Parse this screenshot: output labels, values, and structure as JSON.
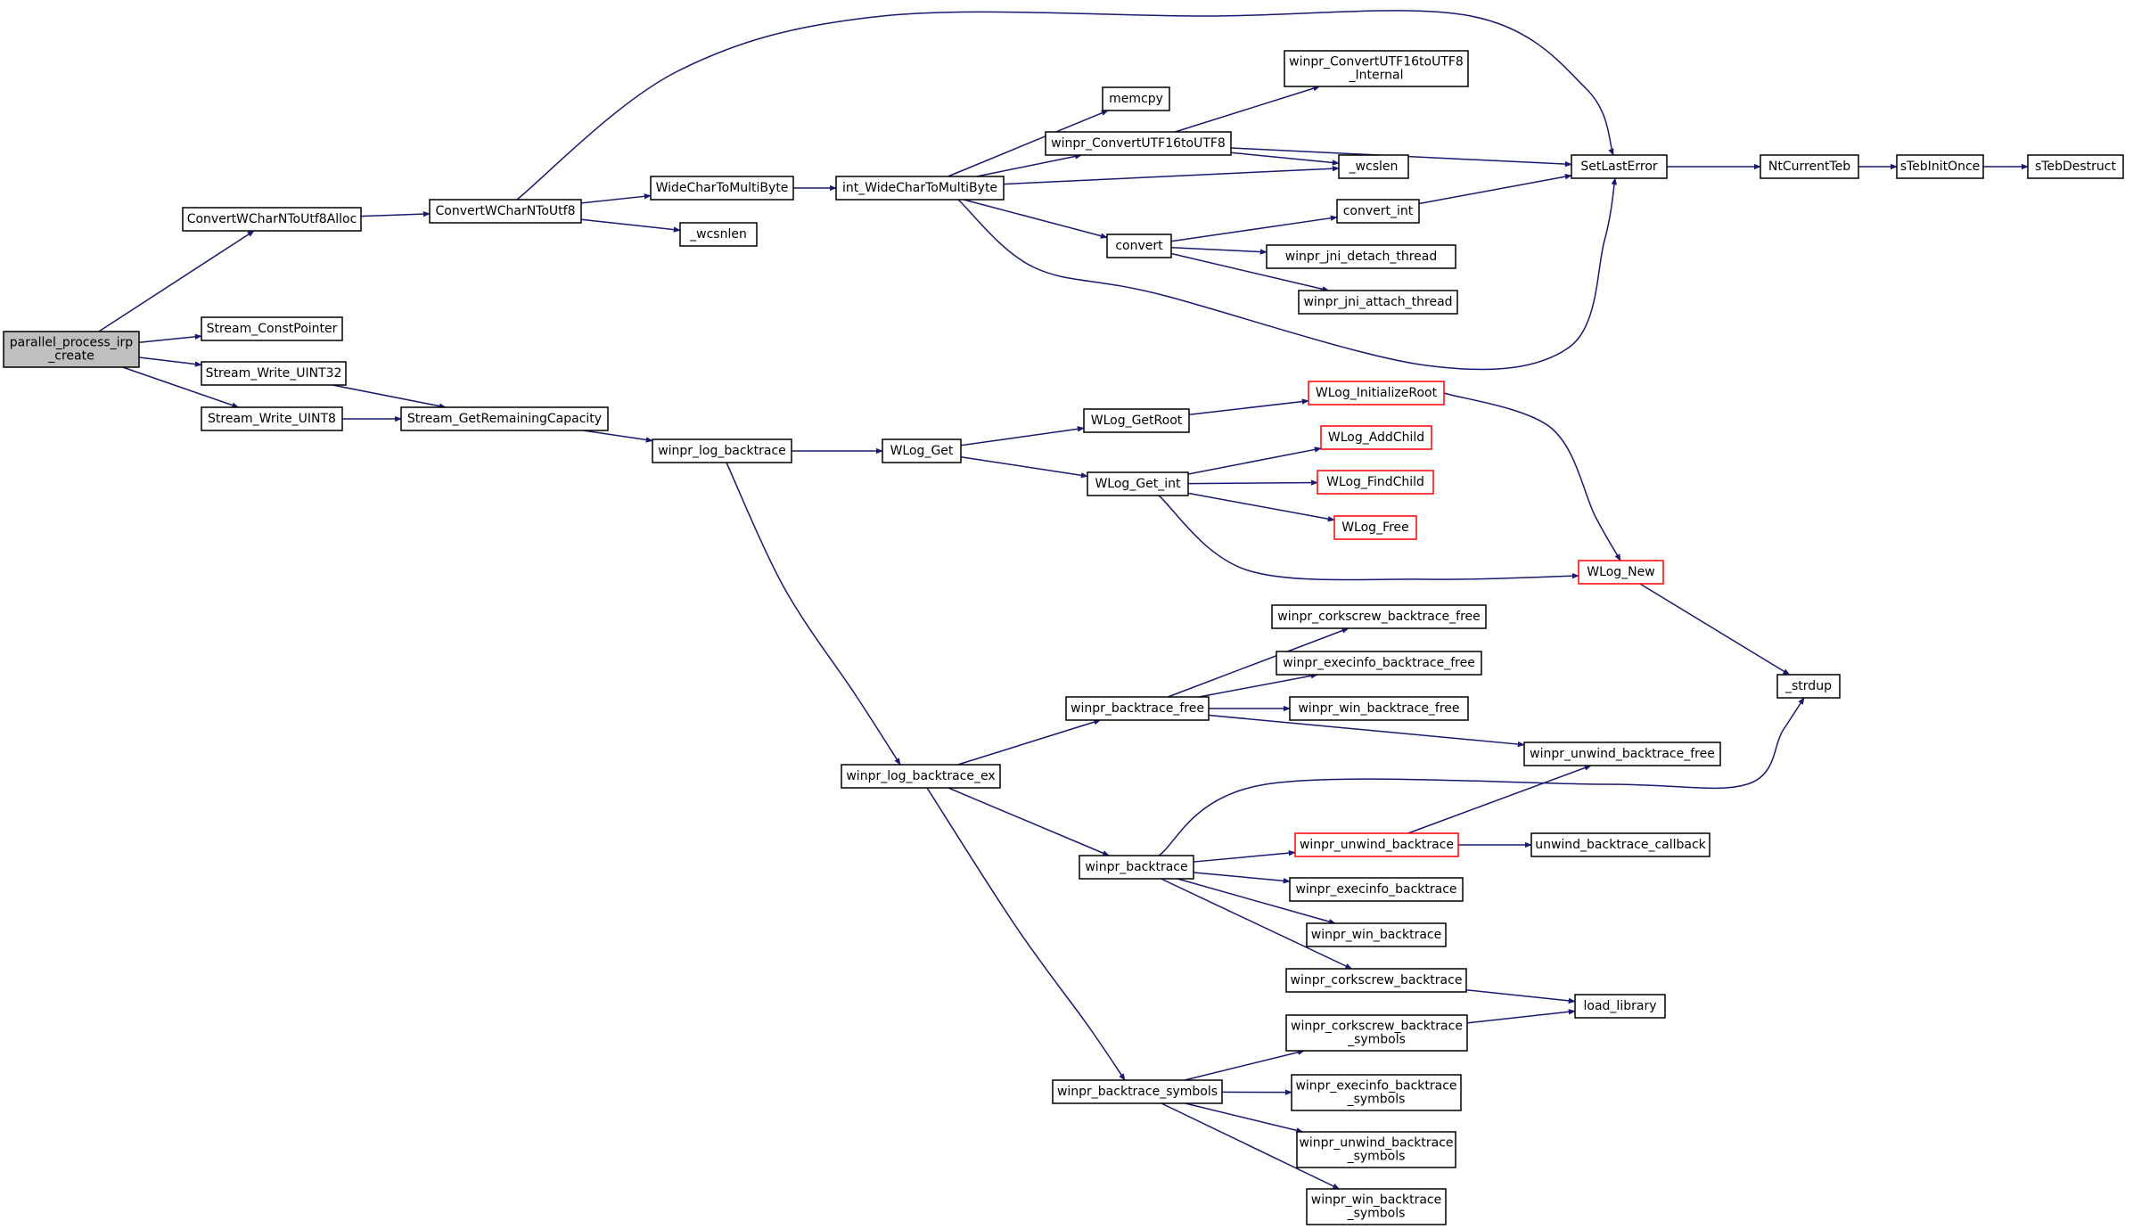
{
  "colors": {
    "edge": "#191970",
    "root_fill": "#bfbfbf",
    "red_border": "#ff0000"
  },
  "nodes": {
    "n_ppi": {
      "lines": [
        "parallel_process_irp",
        "_create"
      ],
      "style": "root"
    },
    "n_cwna": {
      "lines": [
        "ConvertWCharNToUtf8Alloc"
      ]
    },
    "n_cwn": {
      "lines": [
        "ConvertWCharNToUtf8"
      ]
    },
    "n_wctmb": {
      "lines": [
        "WideCharToMultiByte"
      ]
    },
    "n_iwctmb": {
      "lines": [
        "int_WideCharToMultiByte"
      ]
    },
    "n_wcsnlen": {
      "lines": [
        "_wcsnlen"
      ]
    },
    "n_memcpy": {
      "lines": [
        "memcpy"
      ]
    },
    "n_cu16": {
      "lines": [
        "winpr_ConvertUTF16toUTF8"
      ]
    },
    "n_cu16i": {
      "lines": [
        "winpr_ConvertUTF16toUTF8",
        "_Internal"
      ]
    },
    "n_wcslen": {
      "lines": [
        "_wcslen"
      ]
    },
    "n_convert": {
      "lines": [
        "convert"
      ]
    },
    "n_convint": {
      "lines": [
        "convert_int"
      ]
    },
    "n_jnidet": {
      "lines": [
        "winpr_jni_detach_thread"
      ]
    },
    "n_jniatt": {
      "lines": [
        "winpr_jni_attach_thread"
      ]
    },
    "n_sle": {
      "lines": [
        "SetLastError"
      ]
    },
    "n_ntct": {
      "lines": [
        "NtCurrentTeb"
      ]
    },
    "n_stio": {
      "lines": [
        "sTebInitOnce"
      ]
    },
    "n_std": {
      "lines": [
        "sTebDestruct"
      ]
    },
    "n_scp": {
      "lines": [
        "Stream_ConstPointer"
      ]
    },
    "n_sw32": {
      "lines": [
        "Stream_Write_UINT32"
      ]
    },
    "n_sw8": {
      "lines": [
        "Stream_Write_UINT8"
      ]
    },
    "n_sgrc": {
      "lines": [
        "Stream_GetRemainingCapacity"
      ]
    },
    "n_wlb": {
      "lines": [
        "winpr_log_backtrace"
      ]
    },
    "n_wlget": {
      "lines": [
        "WLog_Get"
      ]
    },
    "n_wlgr": {
      "lines": [
        "WLog_GetRoot"
      ]
    },
    "n_wlir": {
      "lines": [
        "WLog_InitializeRoot"
      ],
      "style": "red"
    },
    "n_wlgi": {
      "lines": [
        "WLog_Get_int"
      ]
    },
    "n_wlac": {
      "lines": [
        "WLog_AddChild"
      ],
      "style": "red"
    },
    "n_wlfc": {
      "lines": [
        "WLog_FindChild"
      ],
      "style": "red"
    },
    "n_wlfree": {
      "lines": [
        "WLog_Free"
      ],
      "style": "red"
    },
    "n_wlnew": {
      "lines": [
        "WLog_New"
      ],
      "style": "red"
    },
    "n_strdup": {
      "lines": [
        "_strdup"
      ]
    },
    "n_wlbex": {
      "lines": [
        "winpr_log_backtrace_ex"
      ]
    },
    "n_wbf": {
      "lines": [
        "winpr_backtrace_free"
      ]
    },
    "n_wcbf": {
      "lines": [
        "winpr_corkscrew_backtrace_free"
      ]
    },
    "n_webf": {
      "lines": [
        "winpr_execinfo_backtrace_free"
      ]
    },
    "n_wwbf": {
      "lines": [
        "winpr_win_backtrace_free"
      ]
    },
    "n_wubf": {
      "lines": [
        "winpr_unwind_backtrace_free"
      ]
    },
    "n_wb": {
      "lines": [
        "winpr_backtrace"
      ]
    },
    "n_wub": {
      "lines": [
        "winpr_unwind_backtrace"
      ],
      "style": "red"
    },
    "n_ubc": {
      "lines": [
        "unwind_backtrace_callback"
      ]
    },
    "n_web": {
      "lines": [
        "winpr_execinfo_backtrace"
      ]
    },
    "n_wwb": {
      "lines": [
        "winpr_win_backtrace"
      ]
    },
    "n_wcb": {
      "lines": [
        "winpr_corkscrew_backtrace"
      ]
    },
    "n_ll": {
      "lines": [
        "load_library"
      ]
    },
    "n_wcbs": {
      "lines": [
        "winpr_corkscrew_backtrace",
        "_symbols"
      ]
    },
    "n_wbs": {
      "lines": [
        "winpr_backtrace_symbols"
      ]
    },
    "n_webs": {
      "lines": [
        "winpr_execinfo_backtrace",
        "_symbols"
      ]
    },
    "n_wubs": {
      "lines": [
        "winpr_unwind_backtrace",
        "_symbols"
      ]
    },
    "n_wwbs": {
      "lines": [
        "winpr_win_backtrace",
        "_symbols"
      ]
    }
  },
  "edges": [
    [
      "n_ppi",
      "n_cwna"
    ],
    [
      "n_ppi",
      "n_scp"
    ],
    [
      "n_ppi",
      "n_sw32"
    ],
    [
      "n_ppi",
      "n_sw8"
    ],
    [
      "n_cwna",
      "n_cwn"
    ],
    [
      "n_cwn",
      "n_sle"
    ],
    [
      "n_cwn",
      "n_wctmb"
    ],
    [
      "n_cwn",
      "n_wcsnlen"
    ],
    [
      "n_wctmb",
      "n_iwctmb"
    ],
    [
      "n_iwctmb",
      "n_memcpy"
    ],
    [
      "n_iwctmb",
      "n_cu16"
    ],
    [
      "n_iwctmb",
      "n_wcslen"
    ],
    [
      "n_iwctmb",
      "n_convert"
    ],
    [
      "n_iwctmb",
      "n_sle"
    ],
    [
      "n_cu16",
      "n_cu16i"
    ],
    [
      "n_cu16",
      "n_sle"
    ],
    [
      "n_cu16",
      "n_wcslen"
    ],
    [
      "n_convert",
      "n_convint"
    ],
    [
      "n_convert",
      "n_jnidet"
    ],
    [
      "n_convert",
      "n_jniatt"
    ],
    [
      "n_convint",
      "n_sle"
    ],
    [
      "n_sle",
      "n_ntct"
    ],
    [
      "n_ntct",
      "n_stio"
    ],
    [
      "n_stio",
      "n_std"
    ],
    [
      "n_sw32",
      "n_sgrc"
    ],
    [
      "n_sw8",
      "n_sgrc"
    ],
    [
      "n_sgrc",
      "n_wlb"
    ],
    [
      "n_wlb",
      "n_wlget"
    ],
    [
      "n_wlb",
      "n_wlbex"
    ],
    [
      "n_wlget",
      "n_wlgr"
    ],
    [
      "n_wlget",
      "n_wlgi"
    ],
    [
      "n_wlgr",
      "n_wlir"
    ],
    [
      "n_wlir",
      "n_wlnew"
    ],
    [
      "n_wlgi",
      "n_wlac"
    ],
    [
      "n_wlgi",
      "n_wlfc"
    ],
    [
      "n_wlgi",
      "n_wlfree"
    ],
    [
      "n_wlgi",
      "n_wlnew"
    ],
    [
      "n_wlnew",
      "n_strdup"
    ],
    [
      "n_wlbex",
      "n_wbf"
    ],
    [
      "n_wlbex",
      "n_wb"
    ],
    [
      "n_wlbex",
      "n_wbs"
    ],
    [
      "n_wbf",
      "n_wcbf"
    ],
    [
      "n_wbf",
      "n_webf"
    ],
    [
      "n_wbf",
      "n_wwbf"
    ],
    [
      "n_wbf",
      "n_wubf"
    ],
    [
      "n_wb",
      "n_strdup"
    ],
    [
      "n_wb",
      "n_wub"
    ],
    [
      "n_wb",
      "n_web"
    ],
    [
      "n_wb",
      "n_wwb"
    ],
    [
      "n_wb",
      "n_wcb"
    ],
    [
      "n_wub",
      "n_wubf"
    ],
    [
      "n_wub",
      "n_ubc"
    ],
    [
      "n_wcb",
      "n_ll"
    ],
    [
      "n_wcbs",
      "n_ll"
    ],
    [
      "n_wbs",
      "n_wcbs"
    ],
    [
      "n_wbs",
      "n_webs"
    ],
    [
      "n_wbs",
      "n_wubs"
    ],
    [
      "n_wbs",
      "n_wwbs"
    ]
  ]
}
